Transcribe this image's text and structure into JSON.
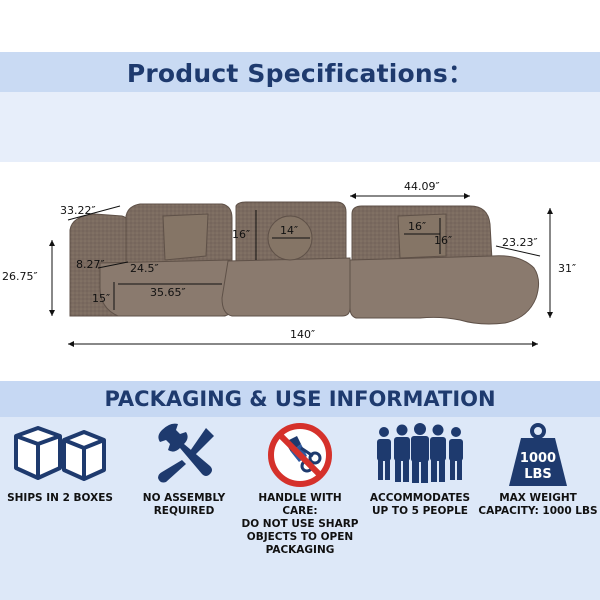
{
  "specs": {
    "title": "Product Specifications：",
    "dimensions": {
      "arm_depth": "33.22″",
      "arm_inner_height": "8.27″",
      "total_height_left": "26.75″",
      "seat_depth": "24.5″",
      "seat_height": "15″",
      "seat_width": "35.65″",
      "pillow_square_height": "16″",
      "pillow_round": "14″",
      "chaise_length": "44.09″",
      "chaise_pillow_width": "16″",
      "chaise_pillow_height": "16″",
      "chaise_depth": "23.23″",
      "total_height_right": "31″",
      "total_length": "140″"
    }
  },
  "packaging": {
    "title": "PACKAGING & USE INFORMATION",
    "items": [
      {
        "icon": "boxes-icon",
        "label": "SHIPS IN 2 BOXES"
      },
      {
        "icon": "tools-icon",
        "label": "NO ASSEMBLY\nREQUIRED"
      },
      {
        "icon": "no-sharp-objects-icon",
        "label": "HANDLE WITH CARE:\nDO NOT USE SHARP\nOBJECTS TO OPEN\nPACKAGING"
      },
      {
        "icon": "people-icon",
        "label": "ACCOMMODATES\nUP TO 5 PEOPLE"
      },
      {
        "icon": "weight-icon",
        "label": "MAX WEIGHT\nCAPACITY: 1000 LBS",
        "badge": "1000\nLBS"
      }
    ]
  },
  "colors": {
    "navy": "#1e3a6e",
    "sofa": "#7d6d62",
    "light_band": "#dde8f8",
    "red": "#d5312b"
  }
}
